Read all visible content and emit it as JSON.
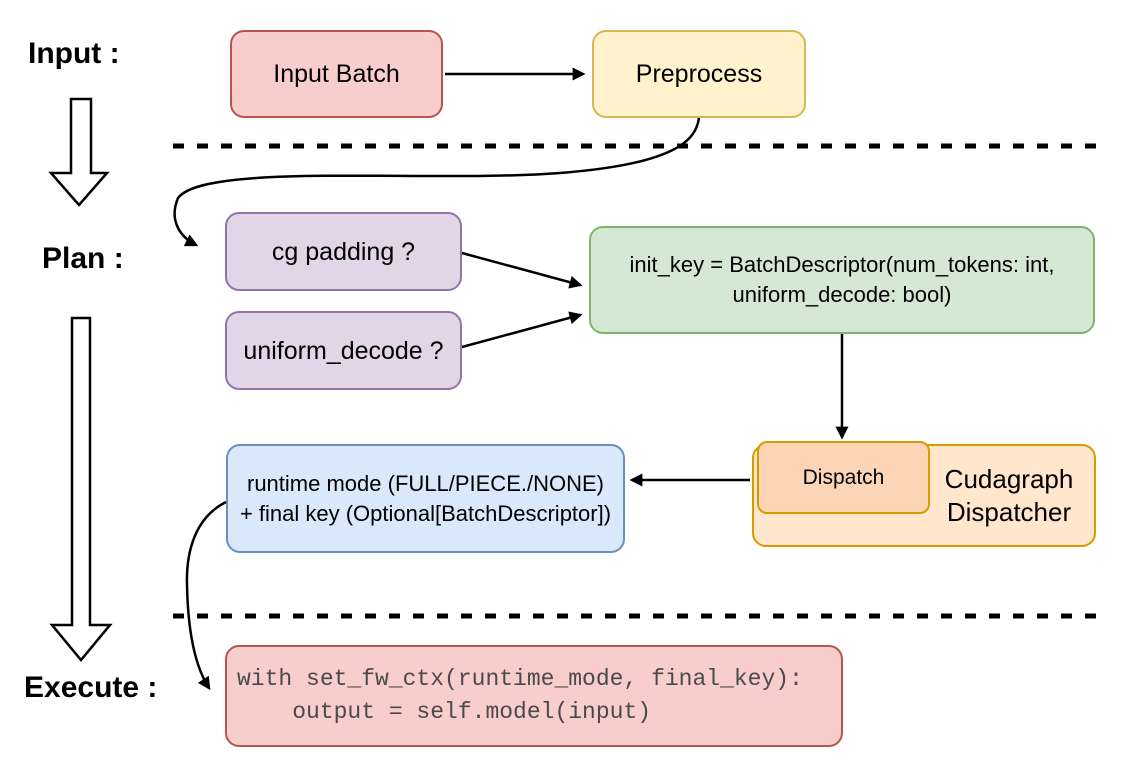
{
  "stage_labels": {
    "input": "Input :",
    "plan": "Plan :",
    "execute": "Execute :"
  },
  "nodes": {
    "input_batch": {
      "label": "Input Batch",
      "fill": "#f8cecc",
      "stroke": "#b85450"
    },
    "preprocess": {
      "label": "Preprocess",
      "fill": "#fff2cc",
      "stroke": "#d6b656"
    },
    "cg_padding": {
      "label": "cg padding ?",
      "fill": "#e1d5e7",
      "stroke": "#9673a6"
    },
    "uniform_decode": {
      "label": "uniform_decode ?",
      "fill": "#e1d5e7",
      "stroke": "#9673a6"
    },
    "init_key": {
      "lines": [
        "init_key = BatchDescriptor(num_tokens: int,",
        "uniform_decode: bool)"
      ],
      "fill": "#d5e8d4",
      "stroke": "#82b366"
    },
    "dispatch": {
      "label": "Dispatch",
      "fill": "#fbd5b5",
      "stroke": "#d79b00"
    },
    "cudagraph_dispatcher": {
      "lines": [
        "Cudagraph",
        "Dispatcher"
      ],
      "fill": "#ffe6cc",
      "stroke": "#d79b00"
    },
    "runtime_mode": {
      "lines": [
        "runtime mode (FULL/PIECE./NONE)",
        "+ final key (Optional[BatchDescriptor])"
      ],
      "fill": "#dae8fc",
      "stroke": "#6c8ebf"
    },
    "execute_code": {
      "lines": [
        "with set_fw_ctx(runtime_mode, final_key):",
        "    output = self.model(input)"
      ],
      "fill": "#f8cecc",
      "stroke": "#b85450"
    }
  },
  "line_color": "#000000"
}
